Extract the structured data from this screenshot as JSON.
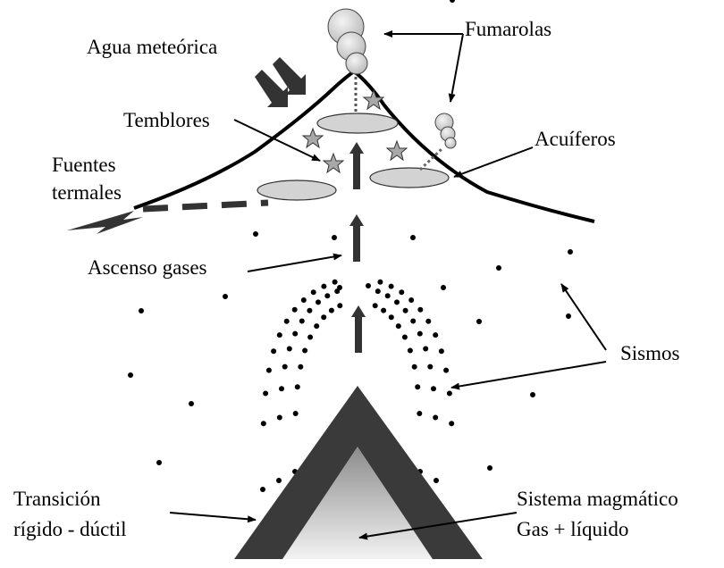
{
  "labels": {
    "fumarolas": "Fumarolas",
    "agua_meteorica": "Agua meteórica",
    "temblores": "Temblores",
    "acuiferos": "Acuíferos",
    "fuentes_termales_1": "Fuentes",
    "fuentes_termales_2": "termales",
    "ascenso_gases": "Ascenso gases",
    "sismos": "Sismos",
    "transicion_1": "Transición",
    "transicion_2": "rígido - dúctil",
    "sistema_1": "Sistema magmático",
    "sistema_2": "Gas + líquido"
  },
  "colors": {
    "ink": "#000000",
    "dark_arrow": "#333333",
    "aquifer_fill": "#d3d3d3",
    "star_fill": "#a8a8a8",
    "magma_outer": "#3a3a3a",
    "magma_inner_top": "#8c8c8c",
    "magma_inner_bottom": "#f2f2f2",
    "smoke": "#d6d6d6"
  },
  "icons": [
    "fumarole-smoke-icon",
    "star-icon",
    "upward-arrow-icon",
    "rain-arrow-icon"
  ]
}
